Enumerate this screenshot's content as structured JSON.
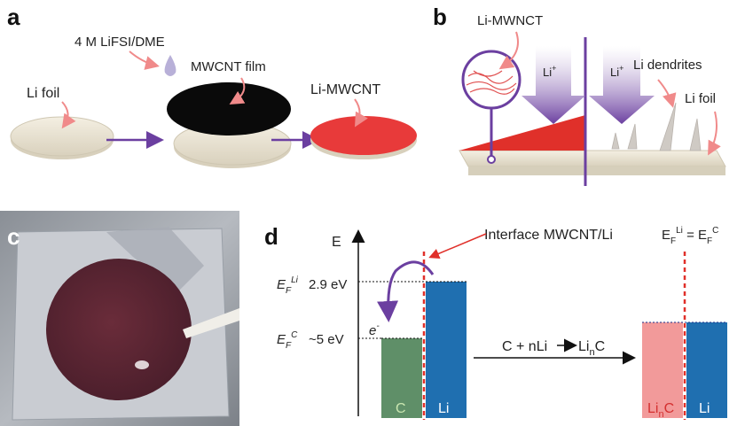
{
  "panels": {
    "a": "a",
    "b": "b",
    "c": "c",
    "d": "d"
  },
  "panel_a": {
    "electrolyte": "4 M LiFSI/DME",
    "li_foil": "Li foil",
    "mwcnt_film": "MWCNT film",
    "product": "Li-MWCNT"
  },
  "panel_b": {
    "composite": "Li-MWNCT",
    "li_ion": "Li",
    "li_ion_sup": "+",
    "dendrites": "Li dendrites",
    "li_foil": "Li foil"
  },
  "panel_d": {
    "e_axis": "E",
    "interface": "Interface MWCNT/Li",
    "ef_li_main": "E",
    "ef_li_sub": "F",
    "ef_li_sup": "Li",
    "ef_li_value": "2.9 eV",
    "ef_c_main": "E",
    "ef_c_sub": "F",
    "ef_c_sup": "C",
    "ef_c_value": "~5 eV",
    "electron": "e",
    "electron_sup": "-",
    "bar_c": "C",
    "bar_li": "Li",
    "reaction_left": "C + nLi",
    "reaction_right_main": "Li",
    "reaction_right_sub": "n",
    "reaction_right_end": "C",
    "eq_lhs": "E",
    "eq_lhs_sub": "F",
    "eq_lhs_sup": "Li",
    "eq_mid": " = E",
    "eq_rhs_sub": "F",
    "eq_rhs_sup": "C",
    "bar_linc_main": "Li",
    "bar_linc_sub": "n",
    "bar_linc_end": "C",
    "bar_li_right": "Li"
  },
  "colors": {
    "accent_purple": "#6b3fa0",
    "pointer_pink": "#f08a8a",
    "interface_red": "#e0302a",
    "carbon_green": "#5f8f68",
    "lithium_blue": "#1f6fb0",
    "linc_pink": "#f29a9a",
    "film_red": "#e83a3a",
    "foil_beige": "#ece6d6"
  }
}
